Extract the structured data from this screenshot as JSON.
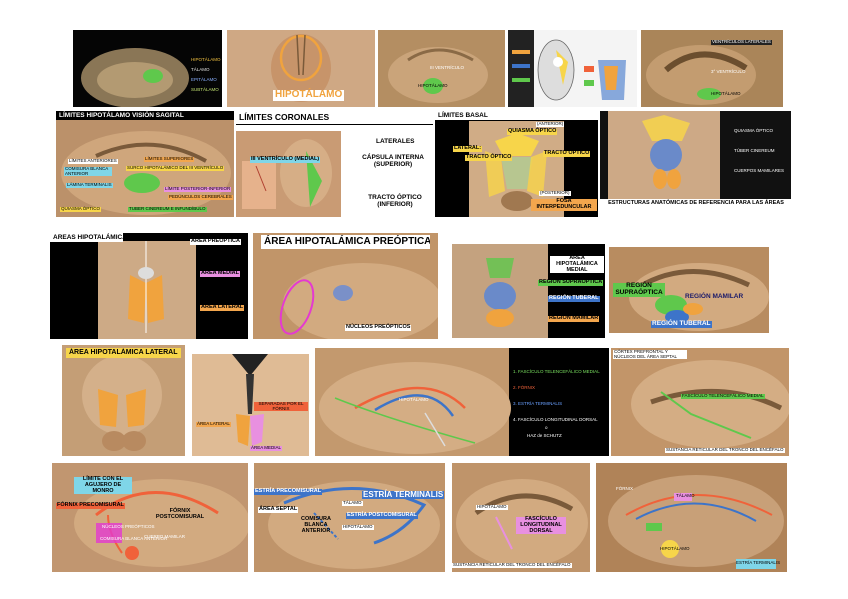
{
  "colors": {
    "orange": "#f0a33e",
    "yellow": "#f7d54a",
    "green": "#5fc84c",
    "blue": "#3d74c9",
    "cyan": "#7fd6e8",
    "pink": "#e890e0",
    "red": "#f0623a",
    "brain_tan": "#d9b48a",
    "dark_panel": "#111111"
  },
  "row1": {
    "t1": {
      "l1": "HIPOTÁLAMO",
      "l2": "TÁLAMO",
      "l3": "EPITÁLAMO",
      "l4": "SUBTÁLAMO"
    },
    "t2": {
      "title": "HIPOTÁLAMO"
    },
    "t3": {
      "l1": "III VENTRÍCULO",
      "l2": "HIPOTÁLAMO"
    },
    "t5": {
      "l1": "VENTRÍCULOS LATERALES",
      "l2": "3° VENTRÍCULO",
      "l3": "HIPOTÁLAMO"
    }
  },
  "row2": {
    "sagital": {
      "title": "LÍMITES HIPOTÁLAMO VISIÓN SAGITAL",
      "l1": "LÍMITES ANTERIORES",
      "l2": "COMISURA BLANCA ANTERIOR",
      "l3": "LÁMINA TERMINALIS",
      "l4": "QUIASMA ÓPTICO",
      "l5": "LÍMITES SUPERIORES",
      "l6": "SURCO HIPOTALÁMICO DEL III VENTRÍCULO",
      "l7": "LÍMITE POSTERIOR-INFERIOR",
      "l8": "PEDÚNCULOS CEREBRALES",
      "l9": "TUBER CINEREUM E INFUNDÍBULO"
    },
    "coronales": {
      "title": "LÍMITES CORONALES",
      "l1": "III VENTRÍCULO (MEDIAL)",
      "l2": "LATERALES",
      "l3": "CÁPSULA INTERNA (SUPERIOR)",
      "l4": "TRACTO ÓPTICO (INFERIOR)"
    },
    "basal": {
      "title": "LÍMITES BASAL",
      "l1": "(ANTERIOR)",
      "l2": "QUIASMA ÓPTICO",
      "l3": "LATERAL:",
      "l4": "TRACTO ÓPTICO",
      "l5": "TRACTO ÓPTICO",
      "l6": "(POSTERIOR)",
      "l7": "FOSA INTERPEDUNCULAR"
    },
    "referencia": {
      "l1": "QUIASMA ÓPTICO",
      "l2": "TÚBER CINEREUM",
      "l3": "CUERPOS MAMILARES",
      "caption": "ESTRUCTURAS ANATÓMICAS DE REFERENCIA PARA LAS ÁREAS"
    }
  },
  "row3": {
    "areas": {
      "title": "AREAS HIPOTALÁMICAS",
      "l1": "AREA PREÓPTICA",
      "l2": "AREA MEDIAL",
      "l3": "AREA LATERAL"
    },
    "preoptica": {
      "title": "ÁREA HIPOTALÁMICA PREÓPTICA",
      "l1": "NÚCLEOS PREÓPTICOS"
    },
    "medial": {
      "l1": "AREA HIPOTALÁMICA MEDIAL",
      "l2": "REGIÓN SUPRAÓPTICA",
      "l3": "REGIÓN TUBERAL",
      "l4": "REGIÓN MAMILAR"
    },
    "regiones": {
      "l1": "REGIÓN SUPRAÓPTICA",
      "l2": "REGIÓN MAMILAR",
      "l3": "REGIÓN TUBERAL"
    }
  },
  "row4": {
    "lateral": {
      "title": "ÁREA HIPOTALÁMICA LATERAL"
    },
    "coronal": {
      "l1": "SEPARADAS POR EL FÓRNIX",
      "l2": "ÁREA LATERAL",
      "l3": "ÁREA MEDIAL"
    },
    "fasciculos": {
      "l0": "HIPOTÁLAMO",
      "l1": "1. FASCÍCULO TELENCEFÁLICO MEDIAL",
      "l2": "2. FÓRNIX",
      "l3": "3. ESTRÍA TERMINALIS",
      "l4": "4. FASCÍCULO LONGITUDINAL DORSAL",
      "l5": "o",
      "l6": "HAZ de SCHUTZ"
    },
    "cortex": {
      "l1": "CÓRTEX PREFRONTAL Y NÚCLEOS DEL ÁREA SEPTAL",
      "l2": "FASCÍCULO TELENCEFÁLICO MEDIAL",
      "l3": "SUSTANCIA RETICULAR DEL TRONCO DEL ENCÉFALO"
    }
  },
  "row5": {
    "fornix": {
      "l1": "LÍMITE CON EL AGUJERO DE MONRO",
      "l2": "FÓRNIX PRECOMISURAL",
      "l3": "FÓRNIX POSTCOMISURAL",
      "l4": "NÚCLEOS PREÓPTICOS",
      "l5": "COMISURA BLANCA ANTERIOR",
      "l6": "CUERPO MAMILAR"
    },
    "estria": {
      "l1": "ESTRÍA PRECOMISURAL",
      "l2": "TÁLAMO",
      "l3": "ESTRÍA TERMINALIS",
      "l4": "ÁREA SEPTAL",
      "l5": "COMISURA BLANCA ANTERIOR",
      "l6": "ESTRÍA POSTCOMISURAL",
      "l7": "HIPOTÁLAMO"
    },
    "dorsal": {
      "l1": "HIPOTÁLAMO",
      "l2": "FASCÍCULO LONGITUDINAL DORSAL",
      "l3": "SUSTANCIA RETICULAR DEL TRONCO DEL ENCÉFALO"
    },
    "final": {
      "l1": "TÁLAMO",
      "l2": "HIPOTÁLAMO",
      "l3": "FÓRNIX",
      "l4": "ESTRÍA TERMINALIS"
    }
  }
}
